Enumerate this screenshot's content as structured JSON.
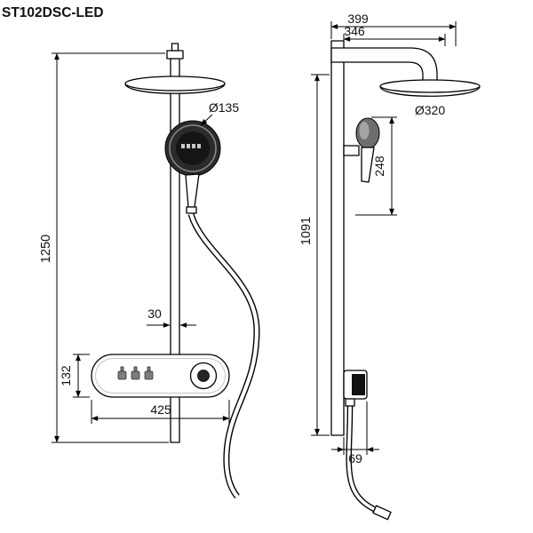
{
  "title": "ST102DSC-LED",
  "front": {
    "height": "1250",
    "bar_width": "30",
    "panel_height": "132",
    "panel_width": "425",
    "hand_diameter": "Ø135"
  },
  "side": {
    "reach_total": "399",
    "reach_inner": "346",
    "head_diameter": "Ø320",
    "hand_drop": "248",
    "column_height": "1091",
    "bottom_offset": "69"
  },
  "colors": {
    "line": "#000000",
    "hand_shower_face": "#2b2b2b",
    "background": "#ffffff"
  }
}
